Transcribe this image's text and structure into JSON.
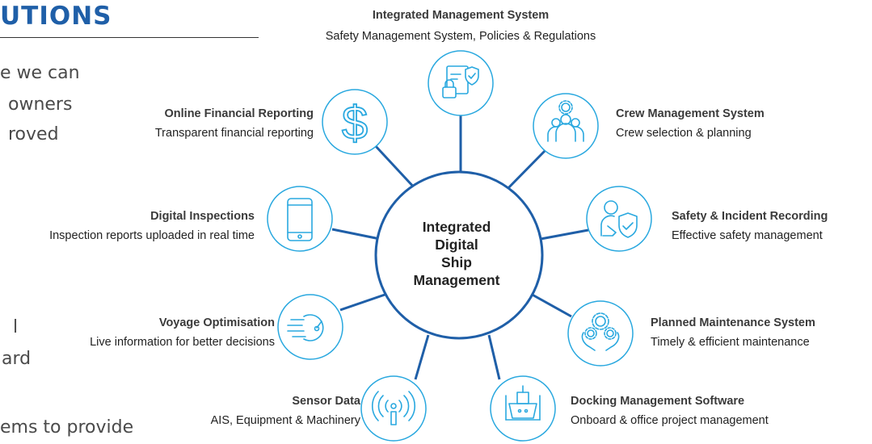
{
  "left_column": {
    "heading": "UTIONS",
    "lines": [
      "e we can",
      "owners",
      "roved",
      "l",
      "ard",
      "ems to provide"
    ]
  },
  "center": {
    "title_lines": [
      "Integrated",
      "Digital",
      "Ship",
      "Management"
    ]
  },
  "nodes": [
    {
      "id": "ims",
      "icon": "document-shield-icon",
      "title": "Integrated Management System",
      "subtitle": "Safety Management System, Policies & Regulations"
    },
    {
      "id": "crew",
      "icon": "crew-group-icon",
      "title": "Crew Management System",
      "subtitle": "Crew selection & planning"
    },
    {
      "id": "safety",
      "icon": "person-shield-icon",
      "title": "Safety & Incident Recording",
      "subtitle": "Effective safety management"
    },
    {
      "id": "pms",
      "icon": "gears-hands-icon",
      "title": "Planned Maintenance System",
      "subtitle": "Timely & efficient maintenance"
    },
    {
      "id": "docking",
      "icon": "ship-dock-icon",
      "title": "Docking Management Software",
      "subtitle": "Onboard & office project management"
    },
    {
      "id": "sensor",
      "icon": "antenna-signal-icon",
      "title": "Sensor Data",
      "subtitle": "AIS, Equipment & Machinery"
    },
    {
      "id": "voyage",
      "icon": "speedometer-icon",
      "title": "Voyage Optimisation",
      "subtitle": "Live information for better decisions"
    },
    {
      "id": "inspect",
      "icon": "tablet-icon",
      "title": "Digital Inspections",
      "subtitle": "Inspection reports uploaded in real time"
    },
    {
      "id": "finance",
      "icon": "dollar-icon",
      "title": "Online Financial Reporting",
      "subtitle": "Transparent financial reporting"
    }
  ],
  "colors": {
    "accent": "#1f5fa8",
    "line": "#1f5fa8",
    "circle_border": "#29a8df",
    "icon": "#29a8df"
  }
}
